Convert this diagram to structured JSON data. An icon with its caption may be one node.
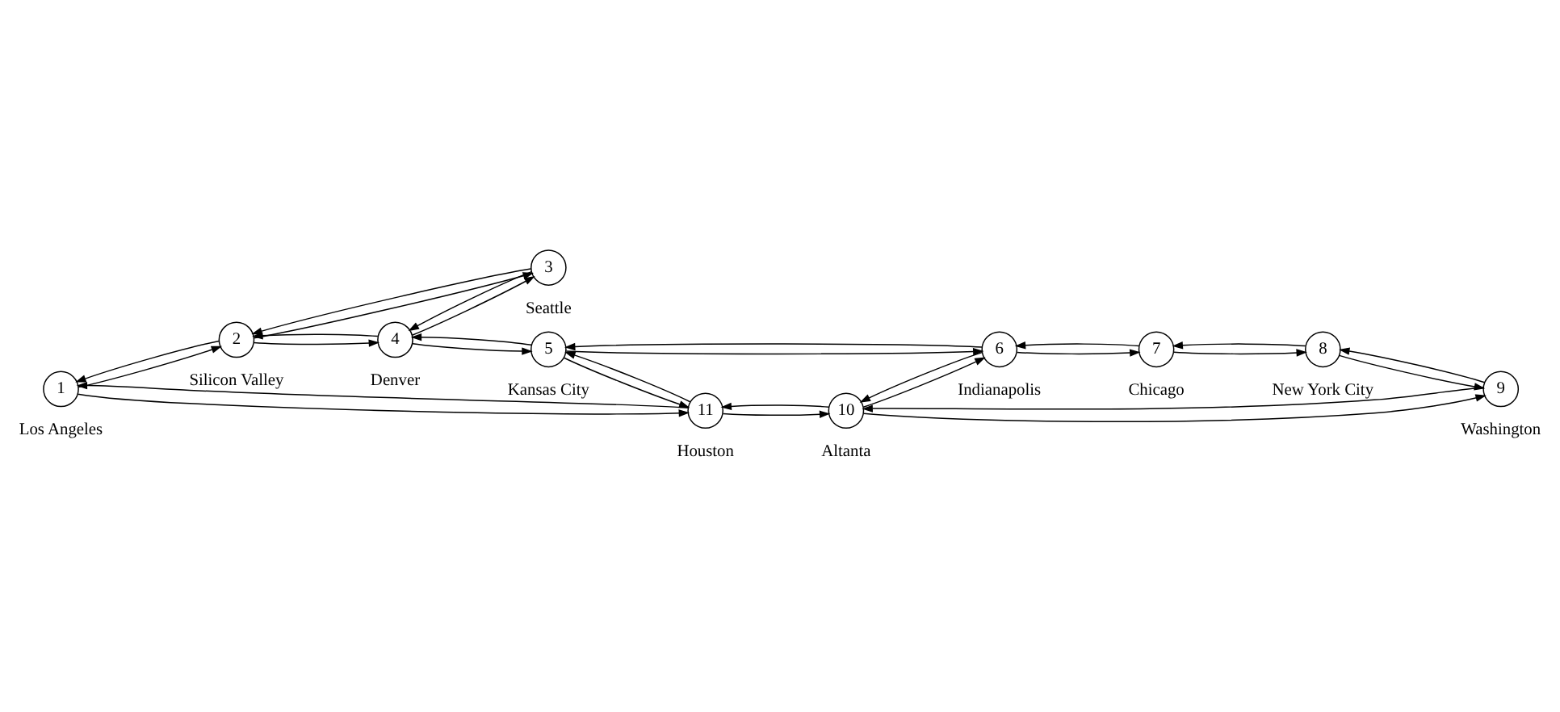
{
  "diagram": {
    "nodes": [
      {
        "text": [
          "1"
        ],
        "beside": [
          "Los Angeles"
        ]
      },
      {
        "text": [
          "2"
        ],
        "beside": [
          "Silicon Valley"
        ]
      },
      {
        "text": [
          "3"
        ],
        "beside": [
          "Seattle"
        ]
      },
      {
        "text": [
          "4"
        ],
        "beside": [
          "Denver"
        ]
      },
      {
        "text": [
          "5"
        ],
        "beside": [
          "Kansas City"
        ]
      },
      {
        "text": [
          "6"
        ],
        "beside": [
          "Indianapolis"
        ]
      },
      {
        "text": [
          "7"
        ],
        "beside": [
          "Chicago"
        ]
      },
      {
        "text": [
          "8"
        ],
        "beside": [
          "New York City"
        ]
      },
      {
        "text": [
          "9"
        ],
        "beside": [
          "Washington"
        ]
      },
      {
        "text": [
          "10"
        ],
        "beside": [
          "Altanta"
        ]
      },
      {
        "text": [
          "11"
        ],
        "beside": [
          "Houston"
        ]
      }
    ],
    "edges": [
      {
        "from": 2,
        "to": 1,
        "arrow": "to"
      },
      {
        "from": 1,
        "to": 2,
        "arrow": "to"
      },
      {
        "from": 2,
        "to": 3,
        "arrow": "to"
      },
      {
        "from": 3,
        "to": 2,
        "arrow": "to"
      },
      {
        "from": 1,
        "to": 3,
        "arrow": "to"
      },
      {
        "from": 3,
        "to": 1,
        "arrow": "to"
      },
      {
        "from": 1,
        "to": 0,
        "arrow": "to"
      },
      {
        "from": 0,
        "to": 1,
        "arrow": "to"
      },
      {
        "from": 0,
        "to": 10,
        "arrow": "to"
      },
      {
        "from": 10,
        "to": 0,
        "arrow": "to"
      },
      {
        "from": 3,
        "to": 4,
        "arrow": "to"
      },
      {
        "from": 4,
        "to": 3,
        "arrow": "to"
      },
      {
        "from": 4,
        "to": 10,
        "arrow": "to"
      },
      {
        "from": 10,
        "to": 4,
        "arrow": "to"
      },
      {
        "from": 4,
        "to": 5,
        "arrow": "to"
      },
      {
        "from": 5,
        "to": 4,
        "arrow": "to"
      },
      {
        "from": 5,
        "to": 6,
        "arrow": "to"
      },
      {
        "from": 6,
        "to": 5,
        "arrow": "to"
      },
      {
        "from": 5,
        "to": 9,
        "arrow": "to"
      },
      {
        "from": 9,
        "to": 5,
        "arrow": "to"
      },
      {
        "from": 6,
        "to": 7,
        "arrow": "to"
      },
      {
        "from": 7,
        "to": 6,
        "arrow": "to"
      },
      {
        "from": 7,
        "to": 8,
        "arrow": "to"
      },
      {
        "from": 8,
        "to": 7,
        "arrow": "to"
      },
      {
        "from": 8,
        "to": 9,
        "arrow": "to"
      },
      {
        "from": 9,
        "to": 8,
        "arrow": "to"
      },
      {
        "from": 9,
        "to": 10,
        "arrow": "to"
      },
      {
        "from": 10,
        "to": 9,
        "arrow": "to"
      }
    ]
  }
}
